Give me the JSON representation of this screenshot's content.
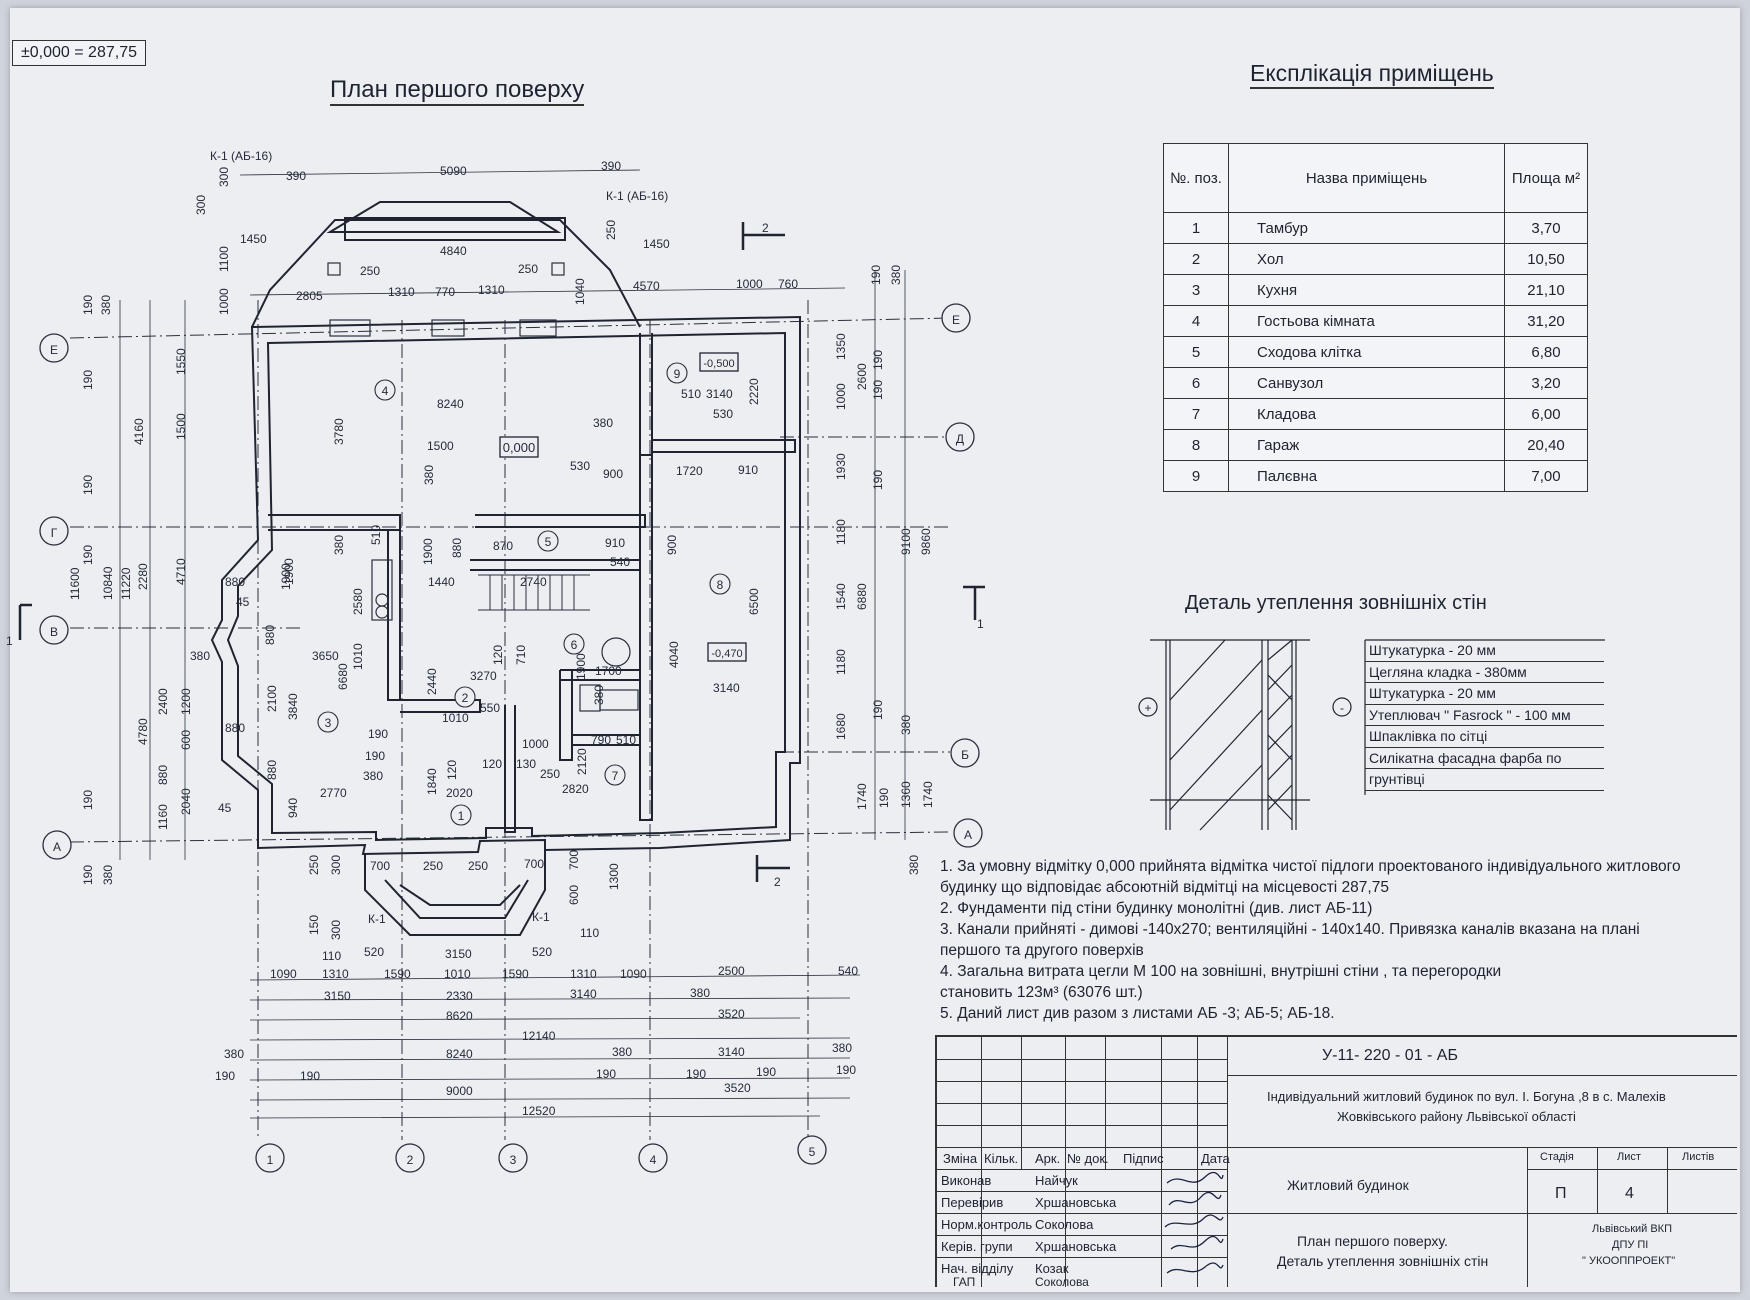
{
  "level_note": "±0,000 = 287,75",
  "plan_title": "План першого поверху",
  "explication": {
    "title": "Експлікація приміщень",
    "columns": [
      "№. поз.",
      "Назва приміщень",
      "Площа м²"
    ],
    "rows": [
      {
        "num": "1",
        "name": "Тамбур",
        "area": "3,70"
      },
      {
        "num": "2",
        "name": "Хол",
        "area": "10,50"
      },
      {
        "num": "3",
        "name": "Кухня",
        "area": "21,10"
      },
      {
        "num": "4",
        "name": "Гостьова кімната",
        "area": "31,20"
      },
      {
        "num": "5",
        "name": "Сходова клітка",
        "area": "6,80"
      },
      {
        "num": "6",
        "name": "Санвузол",
        "area": "3,20"
      },
      {
        "num": "7",
        "name": "Кладова",
        "area": "6,00"
      },
      {
        "num": "8",
        "name": "Гараж",
        "area": "20,40"
      },
      {
        "num": "9",
        "name": "Палєвна",
        "area": "7,00"
      }
    ]
  },
  "detail": {
    "title": "Деталь утеплення зовнішніх стін",
    "inside_mark": "+",
    "outside_mark": "-",
    "layers": [
      "Штукатурка - 20 мм",
      "Цегляна кладка - 380мм",
      "Штукатурка - 20 мм",
      "Утеплювач \" Fasrock \" - 100 мм",
      "Шпаклівка по сітці",
      "Силікатна фасадна фарба по",
      "грунтівці"
    ]
  },
  "notes": [
    "1. За умовну відмітку 0,000 прийнята відмітка чистої підлоги проектованого індивідуального житлового",
    "будинку що відповідає абсоютній відмітці на місцевості  287,75",
    "2. Фундаменти під стіни будинку монолітні  (див. лист АБ-11)",
    "3. Канали прийняті - димові -140х270; вентиляційні - 140х140. Привязка каналів вказана на плані",
    "першого та другого поверхів",
    "4. Загальна витрата цегли М 100  на зовнішні, внутрішні стіни , та перегородки",
    "становить 123м³ (63076 шт.)",
    "5. Даний лист див разом з листами АБ -3; АБ-5; АБ-18."
  ],
  "stamp": {
    "code": "У-11- 220 - 01 - АБ",
    "project_line1": "Індивідуальний житловий будинок по вул. І. Богуна ,8 в с. Малехів",
    "project_line2": "Жовківського району Львівської області",
    "building": "Житловий будинок",
    "sheet_title1": "План першого поверху.",
    "sheet_title2": "Деталь утеплення зовнішніх стін",
    "headers": [
      "Зміна",
      "Кільк.",
      "Арк.",
      "№ док.",
      "Підпис",
      "Дата"
    ],
    "stage_label": "Стадія",
    "sheet_label": "Лист",
    "sheets_label": "Листів",
    "stage": "П",
    "sheet": "4",
    "org1": "Львівський ВКП",
    "org2": "ДПУ ПІ",
    "org3": "\" УКООППРОЕКТ\"",
    "staff": [
      {
        "role": "Виконав",
        "name": "Найчук"
      },
      {
        "role": "Перевірив",
        "name": "Хршановська"
      },
      {
        "role": "Норм.контроль",
        "name": "Соколова"
      },
      {
        "role": "Керів. групи",
        "name": "Хршановська"
      },
      {
        "role": "Нач. відділу",
        "name": "Козак"
      },
      {
        "role": "ГАП",
        "name": "Соколова"
      }
    ]
  },
  "plan": {
    "axes_vertical": [
      "1",
      "2",
      "3",
      "4",
      "5"
    ],
    "axes_horizontal": [
      "Е",
      "Д",
      "Г",
      "В",
      "Б",
      "А"
    ],
    "rooms": [
      "1",
      "2",
      "3",
      "4",
      "5",
      "6",
      "7",
      "8",
      "9"
    ],
    "marks": [
      "0,000",
      "-0,470",
      "-0,500"
    ],
    "section_1": "1",
    "section_2": "2",
    "k1_labels": [
      "К-1 (АБ-16)",
      "К-1 (АБ-16)",
      "К-1",
      "К-1"
    ],
    "dims_top": [
      "390",
      "5090",
      "390",
      "300",
      "300",
      "1450",
      "250",
      "4840",
      "250",
      "250",
      "1450",
      "1100",
      "1040",
      "2805",
      "1310",
      "770",
      "1310",
      "4570",
      "1000",
      "760",
      "1000",
      "190",
      "380",
      "190",
      "380"
    ],
    "dims_inner": [
      "8240",
      "3780",
      "1500",
      "380",
      "530",
      "900",
      "510",
      "3140",
      "530",
      "2220",
      "380",
      "1720",
      "910",
      "870",
      "910",
      "540",
      "2740",
      "1440",
      "1900",
      "880",
      "380",
      "510",
      "2580",
      "1900",
      "1010",
      "880",
      "6680",
      "3650",
      "380",
      "880",
      "2100",
      "3840",
      "880",
      "940",
      "2770",
      "190",
      "190",
      "380",
      "1840",
      "120",
      "2020",
      "2440",
      "1010",
      "550",
      "3270",
      "120",
      "710",
      "1900",
      "380",
      "1700",
      "1000",
      "120",
      "130",
      "250",
      "2120",
      "790",
      "510",
      "2820",
      "900",
      "4040",
      "6500",
      "3140"
    ],
    "dims_left": [
      "1550",
      "1500",
      "4160",
      "11600",
      "10840",
      "11220",
      "2280",
      "4710",
      "1900",
      "880",
      "4780",
      "2400",
      "1200",
      "600",
      "880",
      "2040",
      "1160",
      "190",
      "380",
      "190",
      "190",
      "190",
      "190",
      "45",
      "45"
    ],
    "dims_right": [
      "1350",
      "190",
      "190",
      "2600",
      "1000",
      "1930",
      "190",
      "1180",
      "1540",
      "6880",
      "9100",
      "9860",
      "1180",
      "1680",
      "190",
      "380",
      "1740",
      "190",
      "1360",
      "1740",
      "380"
    ],
    "dims_bottom": [
      "250",
      "300",
      "700",
      "250",
      "250",
      "700",
      "700",
      "600",
      "1300",
      "150",
      "300",
      "110",
      "520",
      "3150",
      "520",
      "110",
      "1090",
      "1310",
      "1590",
      "1010",
      "1590",
      "1310",
      "1090",
      "540",
      "2500",
      "380",
      "3150",
      "2330",
      "3140",
      "3520",
      "8620",
      "12140",
      "380",
      "8240",
      "380",
      "3140",
      "380",
      "190",
      "190",
      "190",
      "190",
      "190",
      "190",
      "9000",
      "3520",
      "12520"
    ]
  }
}
